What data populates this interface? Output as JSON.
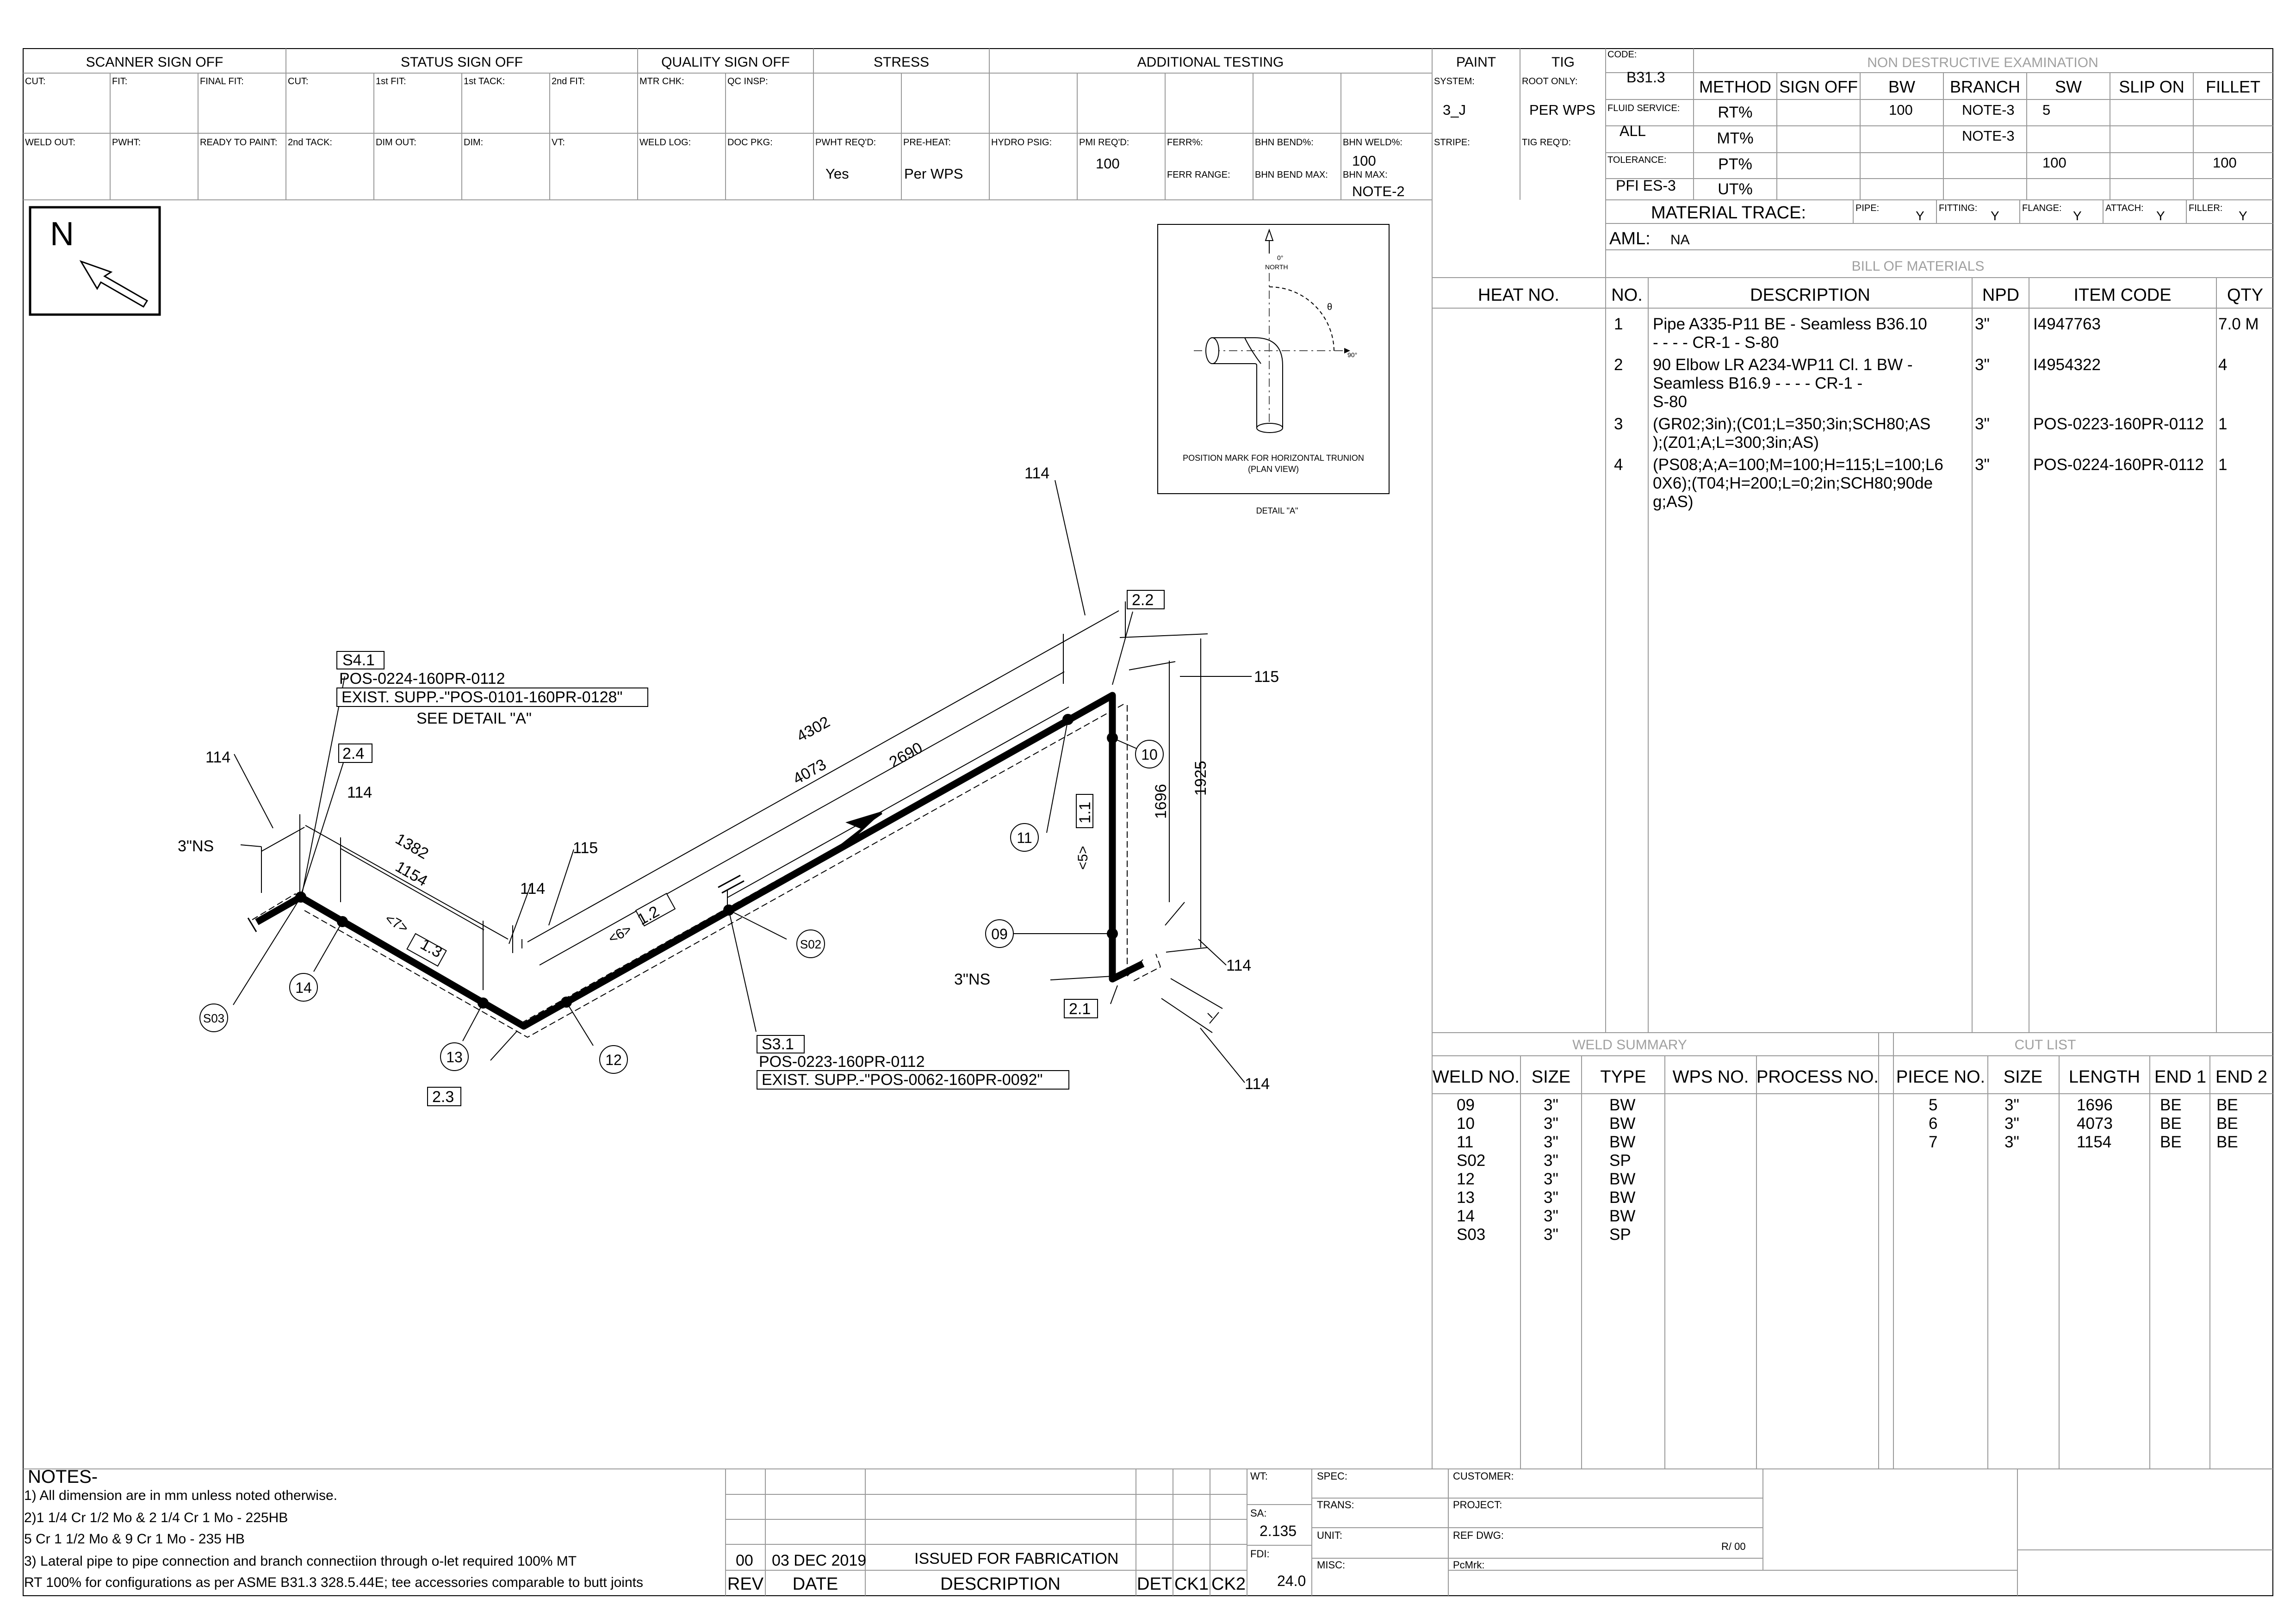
{
  "signoff": {
    "groups": [
      "SCANNER SIGN OFF",
      "STATUS SIGN OFF",
      "QUALITY SIGN OFF",
      "STRESS",
      "ADDITIONAL TESTING",
      "PAINT",
      "TIG"
    ],
    "row1": [
      "CUT:",
      "FIT:",
      "FINAL FIT:",
      "CUT:",
      "1st FIT:",
      "1st TACK:",
      "2nd FIT:",
      "MTR CHK:",
      "QC INSP:"
    ],
    "row2": [
      "WELD OUT:",
      "PWHT:",
      "READY TO PAINT:",
      "2nd TACK:",
      "DIM OUT:",
      "DIM:",
      "VT:",
      "WELD LOG:",
      "DOC PKG:",
      "PWHT REQ'D:",
      "PRE-HEAT:",
      "HYDRO PSIG:",
      "PMI REQ'D:",
      "FERR%:",
      "BHN BEND%:",
      "BHN WELD%:"
    ],
    "pwht_value": "Yes",
    "preheat_value": "Per WPS",
    "pmi_value": "100",
    "ferr_range": "FERR RANGE:",
    "bhn_bend_max": "BHN BEND MAX:",
    "bhn_weld_value": "100",
    "bhn_max": "BHN MAX:",
    "bhn_max_value": "NOTE-2",
    "paint_system_label": "SYSTEM:",
    "paint_system_value": "3_J",
    "stripe_label": "STRIPE:",
    "root_only_label": "ROOT ONLY:",
    "root_only_value": "PER WPS",
    "tig_reqd_label": "TIG REQ'D:"
  },
  "code_block": {
    "code_label": "CODE:",
    "code_value": "B31.3",
    "fluid_label": "FLUID SERVICE:",
    "fluid_value": "ALL",
    "tolerance_label": "TOLERANCE:",
    "tolerance_value": "PFI ES-3"
  },
  "nde": {
    "title": "NON DESTRUCTIVE EXAMINATION",
    "headers": [
      "METHOD",
      "SIGN OFF",
      "BW",
      "BRANCH",
      "SW",
      "SLIP ON",
      "FILLET"
    ],
    "rows": [
      [
        "RT%",
        "",
        "100",
        "NOTE-3",
        "5",
        "",
        ""
      ],
      [
        "MT%",
        "",
        "",
        "NOTE-3",
        "",
        "",
        ""
      ],
      [
        "PT%",
        "",
        "",
        "",
        "100",
        "",
        "100"
      ],
      [
        "UT%",
        "",
        "",
        "",
        "",
        "",
        ""
      ]
    ]
  },
  "material_trace": {
    "label": "MATERIAL TRACE:",
    "items": [
      {
        "label": "PIPE:",
        "value": "Y"
      },
      {
        "label": "FITTING:",
        "value": "Y"
      },
      {
        "label": "FLANGE:",
        "value": "Y"
      },
      {
        "label": "ATTACH:",
        "value": "Y"
      },
      {
        "label": "FILLER:",
        "value": "Y"
      }
    ]
  },
  "aml": {
    "label": "AML:",
    "value": "NA"
  },
  "bom": {
    "title": "BILL OF MATERIALS",
    "headers": [
      "HEAT NO.",
      "NO.",
      "DESCRIPTION",
      "NPD",
      "ITEM CODE",
      "QTY"
    ],
    "rows": [
      {
        "no": "1",
        "desc": [
          "Pipe A335-P11 BE - Seamless B36.10",
          "- - - - CR-1 -   S-80"
        ],
        "npd": "3\"",
        "code": "I4947763",
        "qty": "7.0 M"
      },
      {
        "no": "2",
        "desc": [
          "90 Elbow LR A234-WP11 Cl. 1 BW -",
          "Seamless B16.9 - - - - CR-1 -",
          "S-80"
        ],
        "npd": "3\"",
        "code": "I4954322",
        "qty": "4"
      },
      {
        "no": "3",
        "desc": [
          "(GR02;3in);(C01;L=350;3in;SCH80;AS",
          ");(Z01;A;L=300;3in;AS)"
        ],
        "npd": "3\"",
        "code": "POS-0223-160PR-0112",
        "qty": "1"
      },
      {
        "no": "4",
        "desc": [
          "(PS08;A;A=100;M=100;H=115;L=100;L6",
          "0X6);(T04;H=200;L=0;2in;SCH80;90de",
          "g;AS)"
        ],
        "npd": "3\"",
        "code": "POS-0224-160PR-0112",
        "qty": "1"
      }
    ]
  },
  "weld_summary": {
    "title": "WELD SUMMARY",
    "headers": [
      "WELD NO.",
      "SIZE",
      "TYPE",
      "WPS NO.",
      "PROCESS NO."
    ],
    "rows": [
      [
        "09",
        "3\"",
        "BW"
      ],
      [
        "10",
        "3\"",
        "BW"
      ],
      [
        "11",
        "3\"",
        "BW"
      ],
      [
        "S02",
        "3\"",
        "SP"
      ],
      [
        "12",
        "3\"",
        "BW"
      ],
      [
        "13",
        "3\"",
        "BW"
      ],
      [
        "14",
        "3\"",
        "BW"
      ],
      [
        "S03",
        "3\"",
        "SP"
      ]
    ]
  },
  "cut_list": {
    "title": "CUT LIST",
    "headers": [
      "PIECE NO.",
      "SIZE",
      "LENGTH",
      "END 1",
      "END 2"
    ],
    "rows": [
      [
        "5",
        "3\"",
        "1696",
        "BE",
        "BE"
      ],
      [
        "6",
        "3\"",
        "4073",
        "BE",
        "BE"
      ],
      [
        "7",
        "3\"",
        "1154",
        "BE",
        "BE"
      ]
    ]
  },
  "drawing": {
    "north": "N",
    "detail": {
      "north0": "0°",
      "north": "NORTH",
      "theta": "θ",
      "deg90": "90°",
      "caption1": "POSITION MARK  FOR HORIZONTAL TRUNION",
      "caption2": "(PLAN VIEW)",
      "title": "DETAIL \"A\""
    },
    "support1": {
      "tag": "S4.1",
      "line": "POS-0224-160PR-0112",
      "exist": "EXIST. SUPP.-\"POS-0101-160PR-0128\"",
      "see": "SEE DETAIL \"A\""
    },
    "support2": {
      "tag": "S3.1",
      "line": "POS-0223-160PR-0112",
      "exist": "EXIST. SUPP.-\"POS-0062-160PR-0092\""
    },
    "dims": {
      "d4302": "4302",
      "d4073": "4073",
      "d2690": "2690",
      "d1382": "1382",
      "d1154": "1154",
      "d1696": "1696",
      "d1925": "1925"
    },
    "boxes": {
      "b22": "2.2",
      "b24": "2.4",
      "b21": "2.1",
      "b23": "2.3",
      "b11": "1.1",
      "b12": "1.2",
      "b13": "1.3"
    },
    "pieces": {
      "p5": "<5>",
      "p6": "<6>",
      "p7": "<7>"
    },
    "callouts": {
      "c114": "114",
      "c115": "115",
      "ns": "3\"NS"
    },
    "welds": {
      "w09": "09",
      "w10": "10",
      "w11": "11",
      "w12": "12",
      "w13": "13",
      "w14": "14",
      "s02": "S02",
      "s03": "S03"
    }
  },
  "notes": {
    "title": "NOTES-",
    "lines": [
      "1) All dimension are in mm unless noted otherwise.",
      "2)1 1/4 Cr 1/2 Mo & 2 1/4 Cr 1 Mo - 225HB",
      "5 Cr 1 1/2 Mo & 9 Cr 1 Mo - 235 HB",
      "3) Lateral pipe to pipe connection and branch connectiion through o-let required 100% MT",
      "RT 100% for configurations as per ASME B31.3 328.5.44E; tee accessories comparable to butt joints"
    ]
  },
  "revision": {
    "rev": "00",
    "date": "03 DEC 2019",
    "desc": "ISSUED FOR FABRICATION",
    "headers": [
      "REV",
      "DATE",
      "DESCRIPTION",
      "DET",
      "CK1",
      "CK2"
    ]
  },
  "title_block": {
    "wt_label": "WT:",
    "sa_label": "SA:",
    "sa_value": "2.135",
    "fdi_label": "FDI:",
    "fdi_value": "24.0",
    "spec_label": "SPEC:",
    "trans_label": "TRANS:",
    "unit_label": "UNIT:",
    "misc_label": "MISC:",
    "customer_label": "CUSTOMER:",
    "project_label": "PROJECT:",
    "ref_label": "REF DWG:",
    "ref_value": "R/ 00",
    "pcmrk_label": "PcMrk:"
  }
}
